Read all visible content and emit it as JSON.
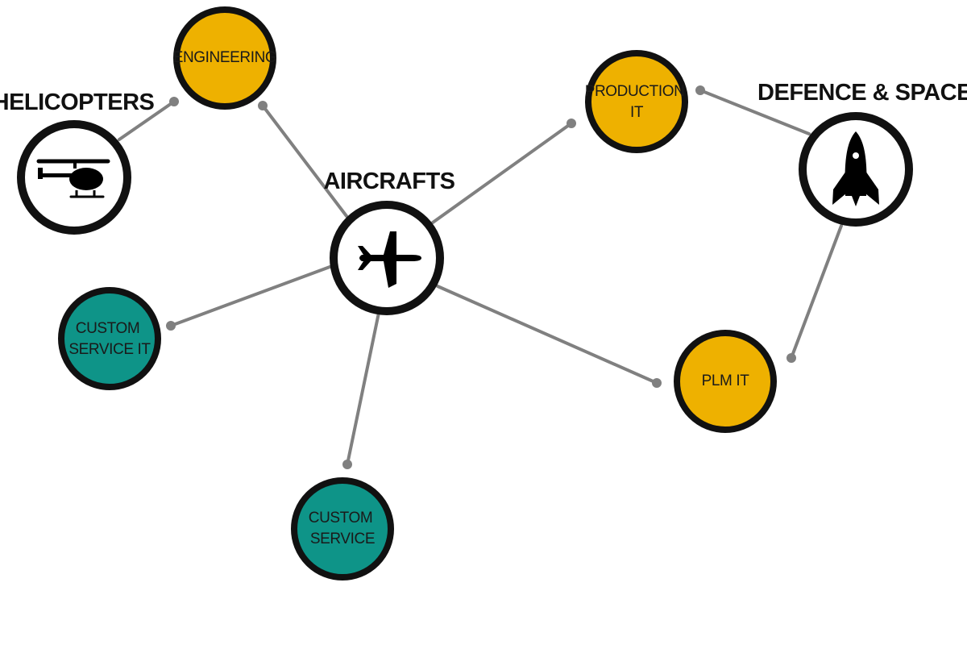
{
  "colors": {
    "yellow": "#eeb100",
    "teal": "#0e9488",
    "ring": "#111111",
    "connector": "#808080",
    "hub_fill": "#ffffff"
  },
  "hubs": {
    "helicopters": {
      "label": "HELICOPTERS",
      "icon": "helicopter-icon"
    },
    "aircrafts": {
      "label": "AIRCRAFTS",
      "icon": "airplane-icon"
    },
    "defence_space": {
      "label": "DEFENCE & SPACE",
      "icon": "rocket-icon"
    }
  },
  "nodes": {
    "engineering": {
      "lines": [
        "ENGINEERING"
      ],
      "color": "yellow"
    },
    "production_it": {
      "lines": [
        "PRODUCTION",
        "IT"
      ],
      "color": "yellow"
    },
    "plm_it": {
      "lines": [
        "PLM IT"
      ],
      "color": "yellow"
    },
    "custom_service_it": {
      "lines": [
        "CUSTOM",
        "SERVICE IT"
      ],
      "color": "teal"
    },
    "custom_service": {
      "lines": [
        "CUSTOM",
        "SERVICE"
      ],
      "color": "teal"
    }
  }
}
